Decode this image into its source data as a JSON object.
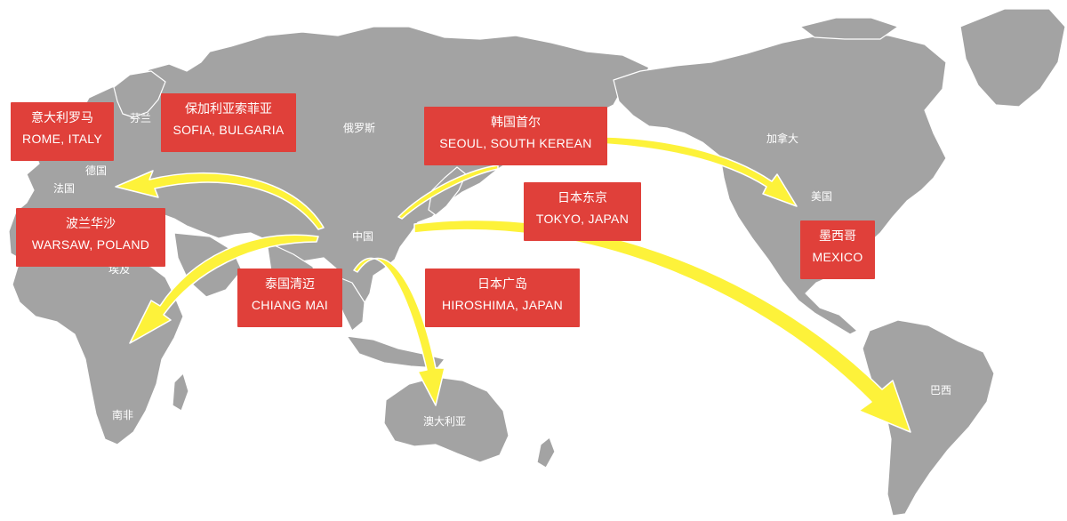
{
  "colors": {
    "land": "#a3a3a3",
    "label_bg": "#e0403a",
    "label_text": "#ffffff",
    "arrow": "#fdf23a"
  },
  "countries": {
    "finland": "芬兰",
    "germany": "德国",
    "france": "法国",
    "russia": "俄罗斯",
    "china": "中国",
    "canada": "加拿大",
    "usa": "美国",
    "south_africa": "南非",
    "australia": "澳大利亚",
    "brazil": "巴西",
    "partial_egypt": "埃及"
  },
  "labels": {
    "rome": {
      "cn": "意大利罗马",
      "en": "ROME, ITALY"
    },
    "sofia": {
      "cn": "保加利亚索菲亚",
      "en": "SOFIA, BULGARIA"
    },
    "seoul": {
      "cn": "韩国首尔",
      "en": "SEOUL, SOUTH KEREAN"
    },
    "tokyo": {
      "cn": "日本东京",
      "en": "TOKYO, JAPAN"
    },
    "warsaw": {
      "cn": "波兰华沙",
      "en": "WARSAW, POLAND"
    },
    "chiang_mai": {
      "cn": "泰国清迈",
      "en": "CHIANG MAI"
    },
    "hiroshima": {
      "cn": "日本广岛",
      "en": "HIROSHIMA, JAPAN"
    },
    "mexico": {
      "cn": "墨西哥",
      "en": "MEXICO"
    }
  },
  "routes": [
    {
      "from": "中国",
      "to": "欧洲"
    },
    {
      "from": "中国",
      "to": "非洲"
    },
    {
      "from": "中国",
      "to": "澳大利亚"
    },
    {
      "from": "韩国",
      "to": "美国"
    },
    {
      "from": "日本",
      "to": "巴西"
    }
  ]
}
